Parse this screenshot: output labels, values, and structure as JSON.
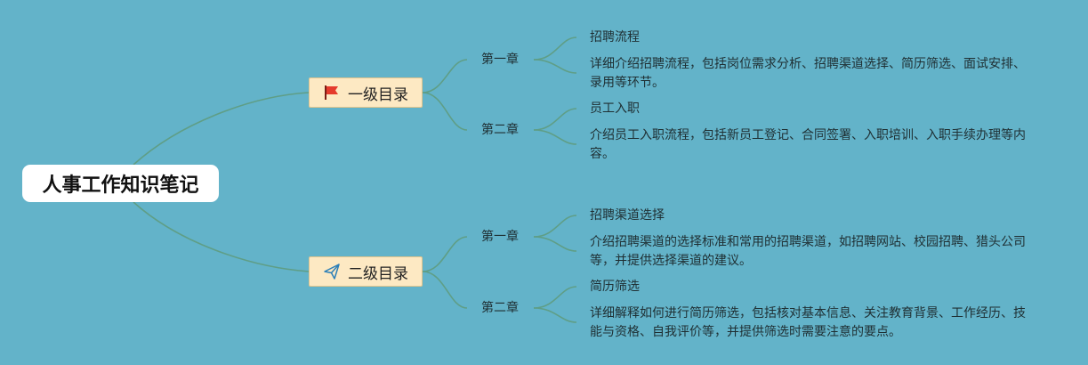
{
  "root": {
    "label": "人事工作知识笔记"
  },
  "branches": [
    {
      "label": "一级目录",
      "icon": "red-flag-icon",
      "chapters": [
        {
          "label": "第一章",
          "title": "招聘流程",
          "desc": "详细介绍招聘流程，包括岗位需求分析、招聘渠道选择、简历筛选、面试安排、录用等环节。"
        },
        {
          "label": "第二章",
          "title": "员工入职",
          "desc": "介绍员工入职流程，包括新员工登记、合同签署、入职培训、入职手续办理等内容。"
        }
      ]
    },
    {
      "label": "二级目录",
      "icon": "paper-plane-icon",
      "chapters": [
        {
          "label": "第一章",
          "title": "招聘渠道选择",
          "desc": "介绍招聘渠道的选择标准和常用的招聘渠道，如招聘网站、校园招聘、猎头公司等，并提供选择渠道的建议。"
        },
        {
          "label": "第二章",
          "title": "简历筛选",
          "desc": "详细解释如何进行简历筛选，包括核对基本信息、关注教育背景、工作经历、技能与资格、自我评价等，并提供筛选时需要注意的要点。"
        }
      ]
    }
  ],
  "colors": {
    "background": "#63b3c9",
    "connector": "#5f9e86",
    "branch_fill": "#fde9c3",
    "flag": "#e53b2c",
    "plane": "#2c7fb8"
  }
}
